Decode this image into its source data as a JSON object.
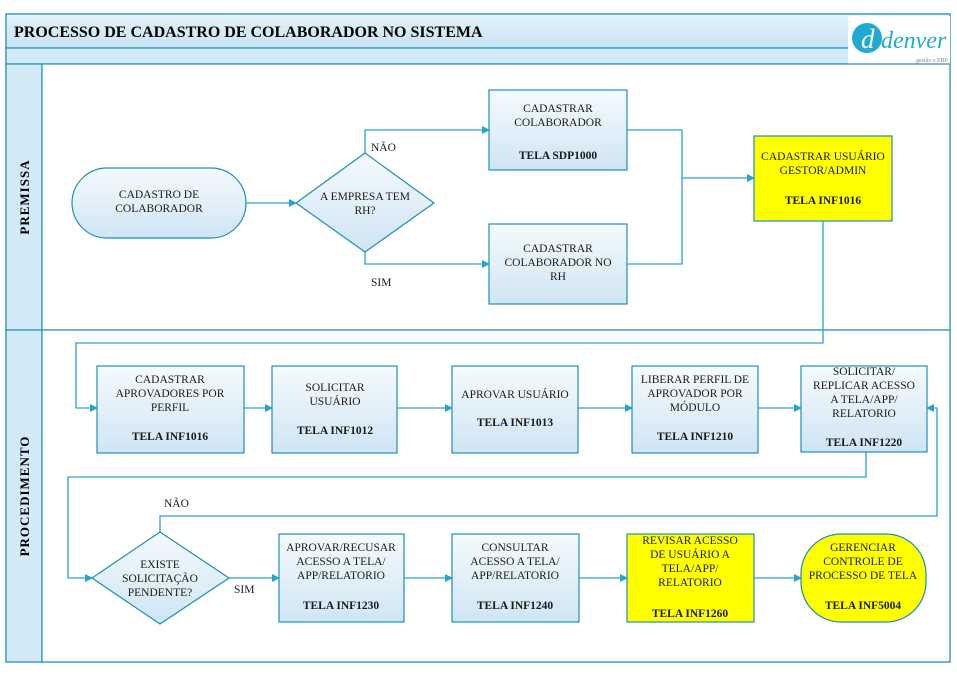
{
  "header": {
    "title": "PROCESSO DE CADASTRO DE COLABORADOR NO SISTEMA",
    "logo_text": "denver",
    "logo_tagline": "gestão e ERP"
  },
  "lanes": {
    "premissa": "PREMISSA",
    "procedimento": "PROCEDIMENTO"
  },
  "nodes": {
    "start": {
      "label": "CADASTRO DE|COLABORADOR"
    },
    "decision_rh": {
      "label": "A EMPRESA TEM|RH?"
    },
    "cadastrar_colab": {
      "label": "CADASTRAR|COLABORADOR",
      "code": "TELA SDP1000"
    },
    "cadastrar_colab_rh": {
      "label": "CADASTRAR|COLABORADOR NO|RH",
      "code": ""
    },
    "cadastrar_usuario": {
      "label": "CADASTRAR USUÁRIO|GESTOR/ADMIN",
      "code": "TELA INF1016"
    },
    "cadastrar_aprovadores": {
      "label": "CADASTRAR|APROVADORES POR|PERFIL",
      "code": "TELA INF1016"
    },
    "solicitar_usuario": {
      "label": "SOLICITAR|USUÁRIO",
      "code": "TELA INF1012"
    },
    "aprovar_usuario": {
      "label": "APROVAR USUÁRIO",
      "code": "TELA INF1013"
    },
    "liberar_perfil": {
      "label": "LIBERAR PERFIL DE|APROVADOR POR|MÓDULO",
      "code": "TELA INF1210"
    },
    "solicitar_replicar": {
      "label": "SOLICITAR/|REPLICAR ACESSO|A TELA/APP/|RELATORIO",
      "code": "TELA INF1220"
    },
    "decision_pendente": {
      "label": "EXISTE|SOLICITAÇÃO|PENDENTE?"
    },
    "aprovar_recusar": {
      "label": "APROVAR/RECUSAR|ACESSO A TELA/|APP/RELATORIO",
      "code": "TELA INF1230"
    },
    "consultar_acesso": {
      "label": "CONSULTAR|ACESSO A TELA/|APP/RELATORIO",
      "code": "TELA INF1240"
    },
    "revisar_acesso": {
      "label": "REVISAR ACESSO|DE USUÁRIO A|TELA/APP/|RELATORIO",
      "code": "TELA INF1260"
    },
    "gerenciar": {
      "label": "GERENCIAR|CONTROLE DE|PROCESSO DE TELA",
      "code": "TELA INF5004"
    }
  },
  "edge_labels": {
    "nao_top": "NÃO",
    "sim_top": "SIM",
    "nao_bottom": "NÃO",
    "sim_bottom": "SIM"
  },
  "colors": {
    "frame": "#1e8fb3",
    "header_fill": "#d6ecf7",
    "box_fill_top": "#f3f9fd",
    "box_fill_bottom": "#d2e7f5",
    "highlight": "#ffff00",
    "arrow": "#27a3cc"
  }
}
